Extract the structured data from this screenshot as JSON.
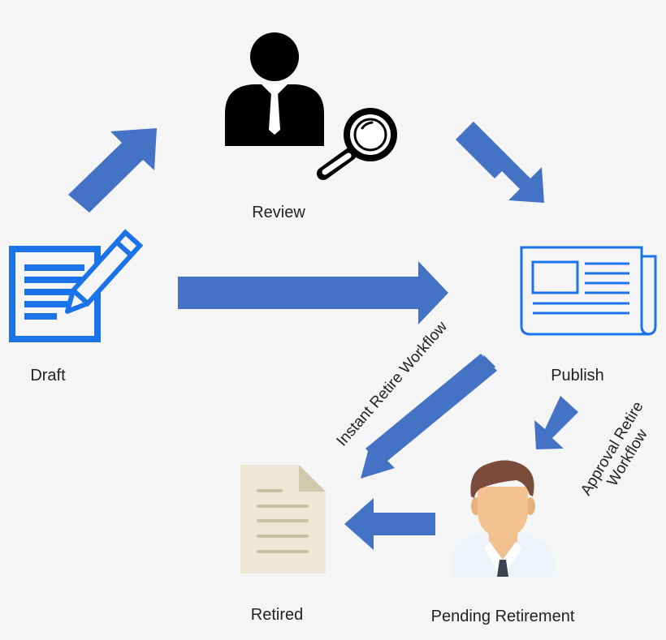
{
  "nodes": {
    "review": "Review",
    "draft": "Draft",
    "publish": "Publish",
    "retired": "Retired",
    "pending": "Pending Retirement"
  },
  "edges": {
    "instant": "Instant Retire Workflow",
    "approval_line1": "Approval Retire",
    "approval_line2": "Workflow"
  },
  "colors": {
    "arrow": "#4472c4",
    "doc_blue": "#1a73e8",
    "retired_paper": "#ece8d5",
    "retired_lines": "#c9c2a2"
  },
  "icons": {
    "review": "reviewer-magnifier-icon",
    "draft": "document-pencil-icon",
    "publish": "newspaper-icon",
    "retired": "paper-document-icon",
    "pending": "person-avatar-icon"
  }
}
